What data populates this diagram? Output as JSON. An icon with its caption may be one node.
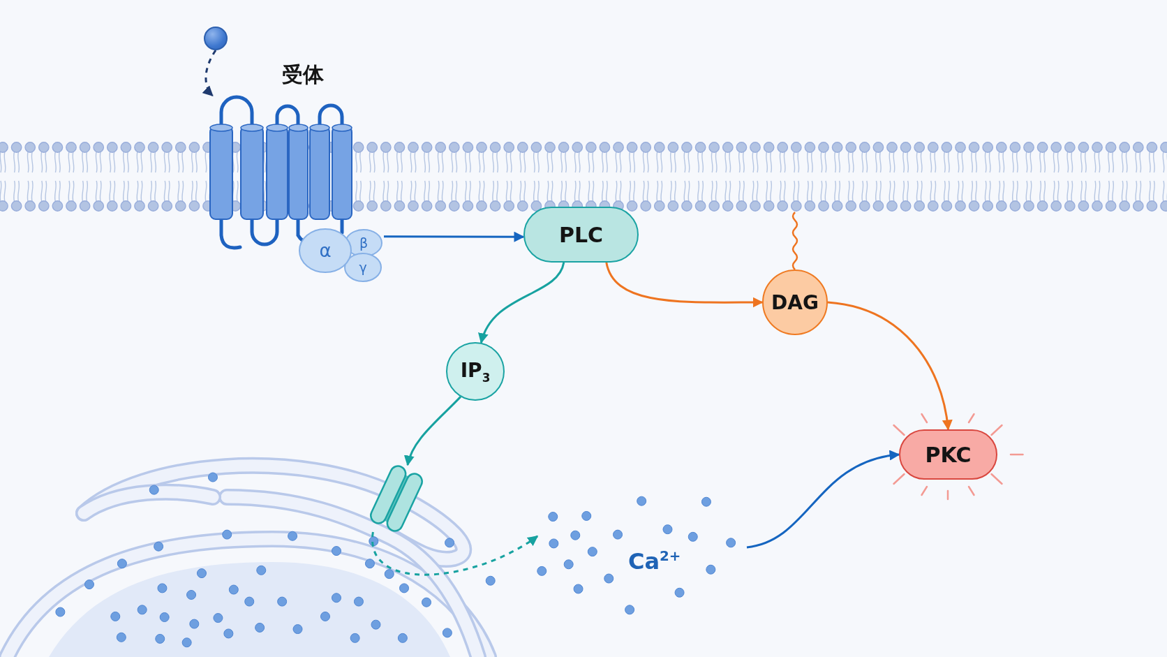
{
  "diagram": {
    "nodes": [
      {
        "text": [],
        "shape": "circle"
      },
      {
        "text": [
          "受体"
        ]
      },
      {
        "text": [
          "α",
          "β",
          "γ"
        ]
      },
      {
        "text": [
          "PLC"
        ]
      },
      {
        "text": [
          "DAG"
        ]
      },
      {
        "text": [
          "IP$_{3}$"
        ]
      },
      {
        "text": [],
        "shape": "picture"
      },
      {
        "text": [
          "PKC"
        ]
      },
      {
        "text": [],
        "shape": "band"
      }
    ],
    "edges": [
      {
        "from": 0,
        "to": 1,
        "arrow": "to",
        "style": "dashed",
        "color": "#1f3a6e"
      },
      {
        "from": 2,
        "to": 3,
        "arrow": "to",
        "color": "#1565c0"
      },
      {
        "from": 3,
        "to": 5,
        "arrow": "to",
        "color": "#17a2a0"
      },
      {
        "from": 3,
        "to": 4,
        "arrow": "to",
        "color": "#ee7420"
      },
      {
        "from": 4,
        "to": 7,
        "arrow": "to",
        "color": "#ee7420"
      },
      {
        "from": 5,
        "to": 6,
        "arrow": "to",
        "color": "#17a2a0"
      },
      {
        "from": 6,
        "to": null,
        "arrow": "to",
        "style": "dashed",
        "color": "#17a2a0"
      },
      {
        "from": null,
        "to": 7,
        "arrow": "to",
        "color": "#1565c0"
      },
      {
        "from": 4,
        "to": 8,
        "arrow": "none",
        "color": "#ee7420"
      }
    ],
    "labels": [
      "Ca$^{2+}$"
    ]
  }
}
